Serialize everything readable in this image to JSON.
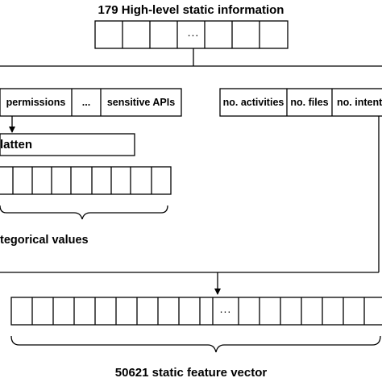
{
  "top": {
    "title": "179 High-level static information",
    "ellipsis": "..."
  },
  "left_group": {
    "cells": [
      "permissions",
      "...",
      "sensitive APIs"
    ],
    "flatten_label": "latten",
    "categorical_label": "tegorical values"
  },
  "right_group": {
    "cells": [
      "no. activities",
      "no. files",
      "no. intent"
    ]
  },
  "bottom": {
    "ellipsis": "...",
    "title": "50621 static feature vector"
  }
}
